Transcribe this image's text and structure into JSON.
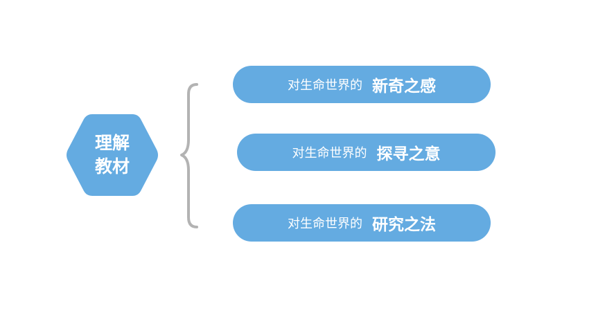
{
  "colors": {
    "shape_fill": "#64abe1",
    "text": "#ffffff",
    "brace": "#b3b3b3",
    "background": "#ffffff"
  },
  "center": {
    "line1": "理解",
    "line2": "教材"
  },
  "items": [
    {
      "prefix": "对生命世界的",
      "emphasis": "新奇之感"
    },
    {
      "prefix": "对生命世界的",
      "emphasis": "探寻之意"
    },
    {
      "prefix": "对生命世界的",
      "emphasis": "研究之法"
    }
  ]
}
